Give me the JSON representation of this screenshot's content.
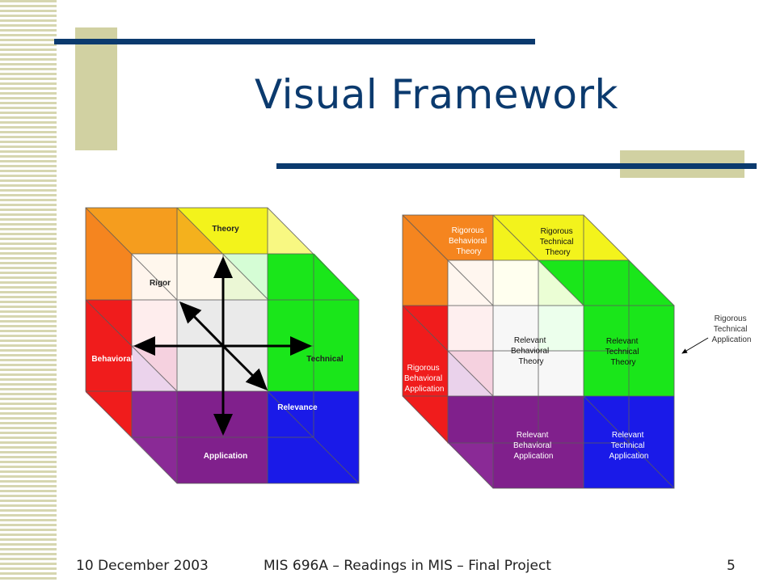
{
  "slide": {
    "title": "Visual Framework",
    "footer_date": "10 December 2003",
    "footer_course": "MIS 696A – Readings in MIS – Final Project",
    "footer_page": "5"
  },
  "colors": {
    "title": "#0b3a6e",
    "accent_bar": "#0b3a6e",
    "accent_block": "#d1d1a2",
    "orange": "#f5851f",
    "yellow": "#f3f31c",
    "green": "#1ae61a",
    "red": "#f01c1c",
    "purple": "#80208c",
    "blue": "#1a1ae8"
  },
  "left_cube": {
    "labels": {
      "theory": "Theory",
      "rigor": "Rigor",
      "behavioral": "Behavioral",
      "technical": "Technical",
      "relevance": "Relevance",
      "application": "Application"
    }
  },
  "right_cube": {
    "rigorous_behavioral_theory": [
      "Rigorous",
      "Behavioral",
      "Theory"
    ],
    "rigorous_technical_theory": [
      "Rigorous",
      "Technical",
      "Theory"
    ],
    "rigorous_behavioral_application": [
      "Rigorous",
      "Behavioral",
      "Application"
    ],
    "relevant_behavioral_theory": [
      "Relevant",
      "Behavioral",
      "Theory"
    ],
    "relevant_technical_theory": [
      "Relevant",
      "Technical",
      "Theory"
    ],
    "relevant_behavioral_application": [
      "Relevant",
      "Behavioral",
      "Application"
    ],
    "relevant_technical_application": [
      "Relevant",
      "Technical",
      "Application"
    ],
    "callout": [
      "Rigorous",
      "Technical",
      "Application"
    ]
  }
}
